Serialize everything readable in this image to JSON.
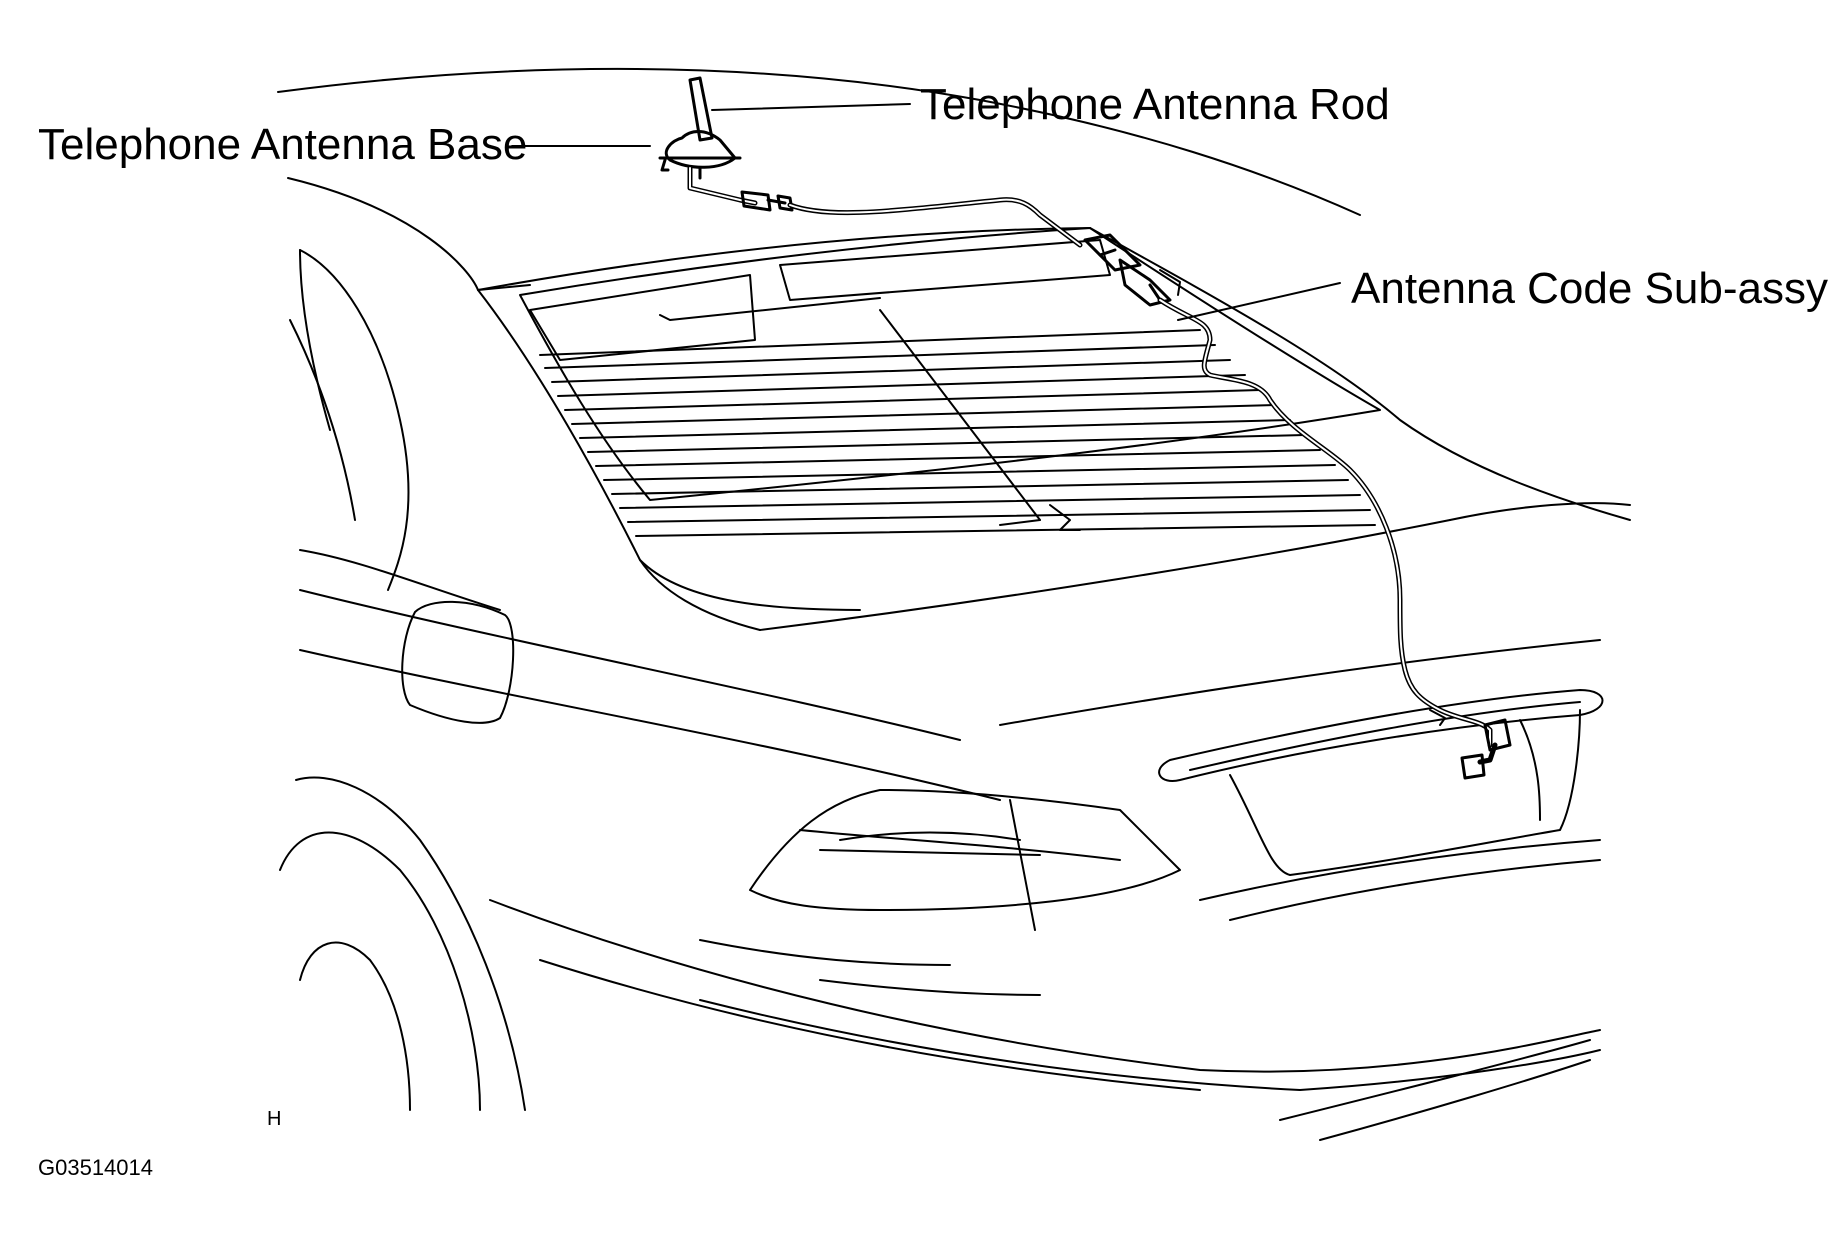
{
  "labels": {
    "antenna_rod": "Telephone Antenna Rod",
    "antenna_base": "Telephone Antenna Base",
    "antenna_code": "Antenna Code Sub-assy",
    "view_marker": "H",
    "figure_id": "G03514014"
  },
  "icons": {
    "car": "sedan-rear-outline",
    "antenna": "antenna-rod-icon",
    "connector": "connector-icon"
  },
  "colors": {
    "line": "#000000",
    "background": "#ffffff"
  }
}
